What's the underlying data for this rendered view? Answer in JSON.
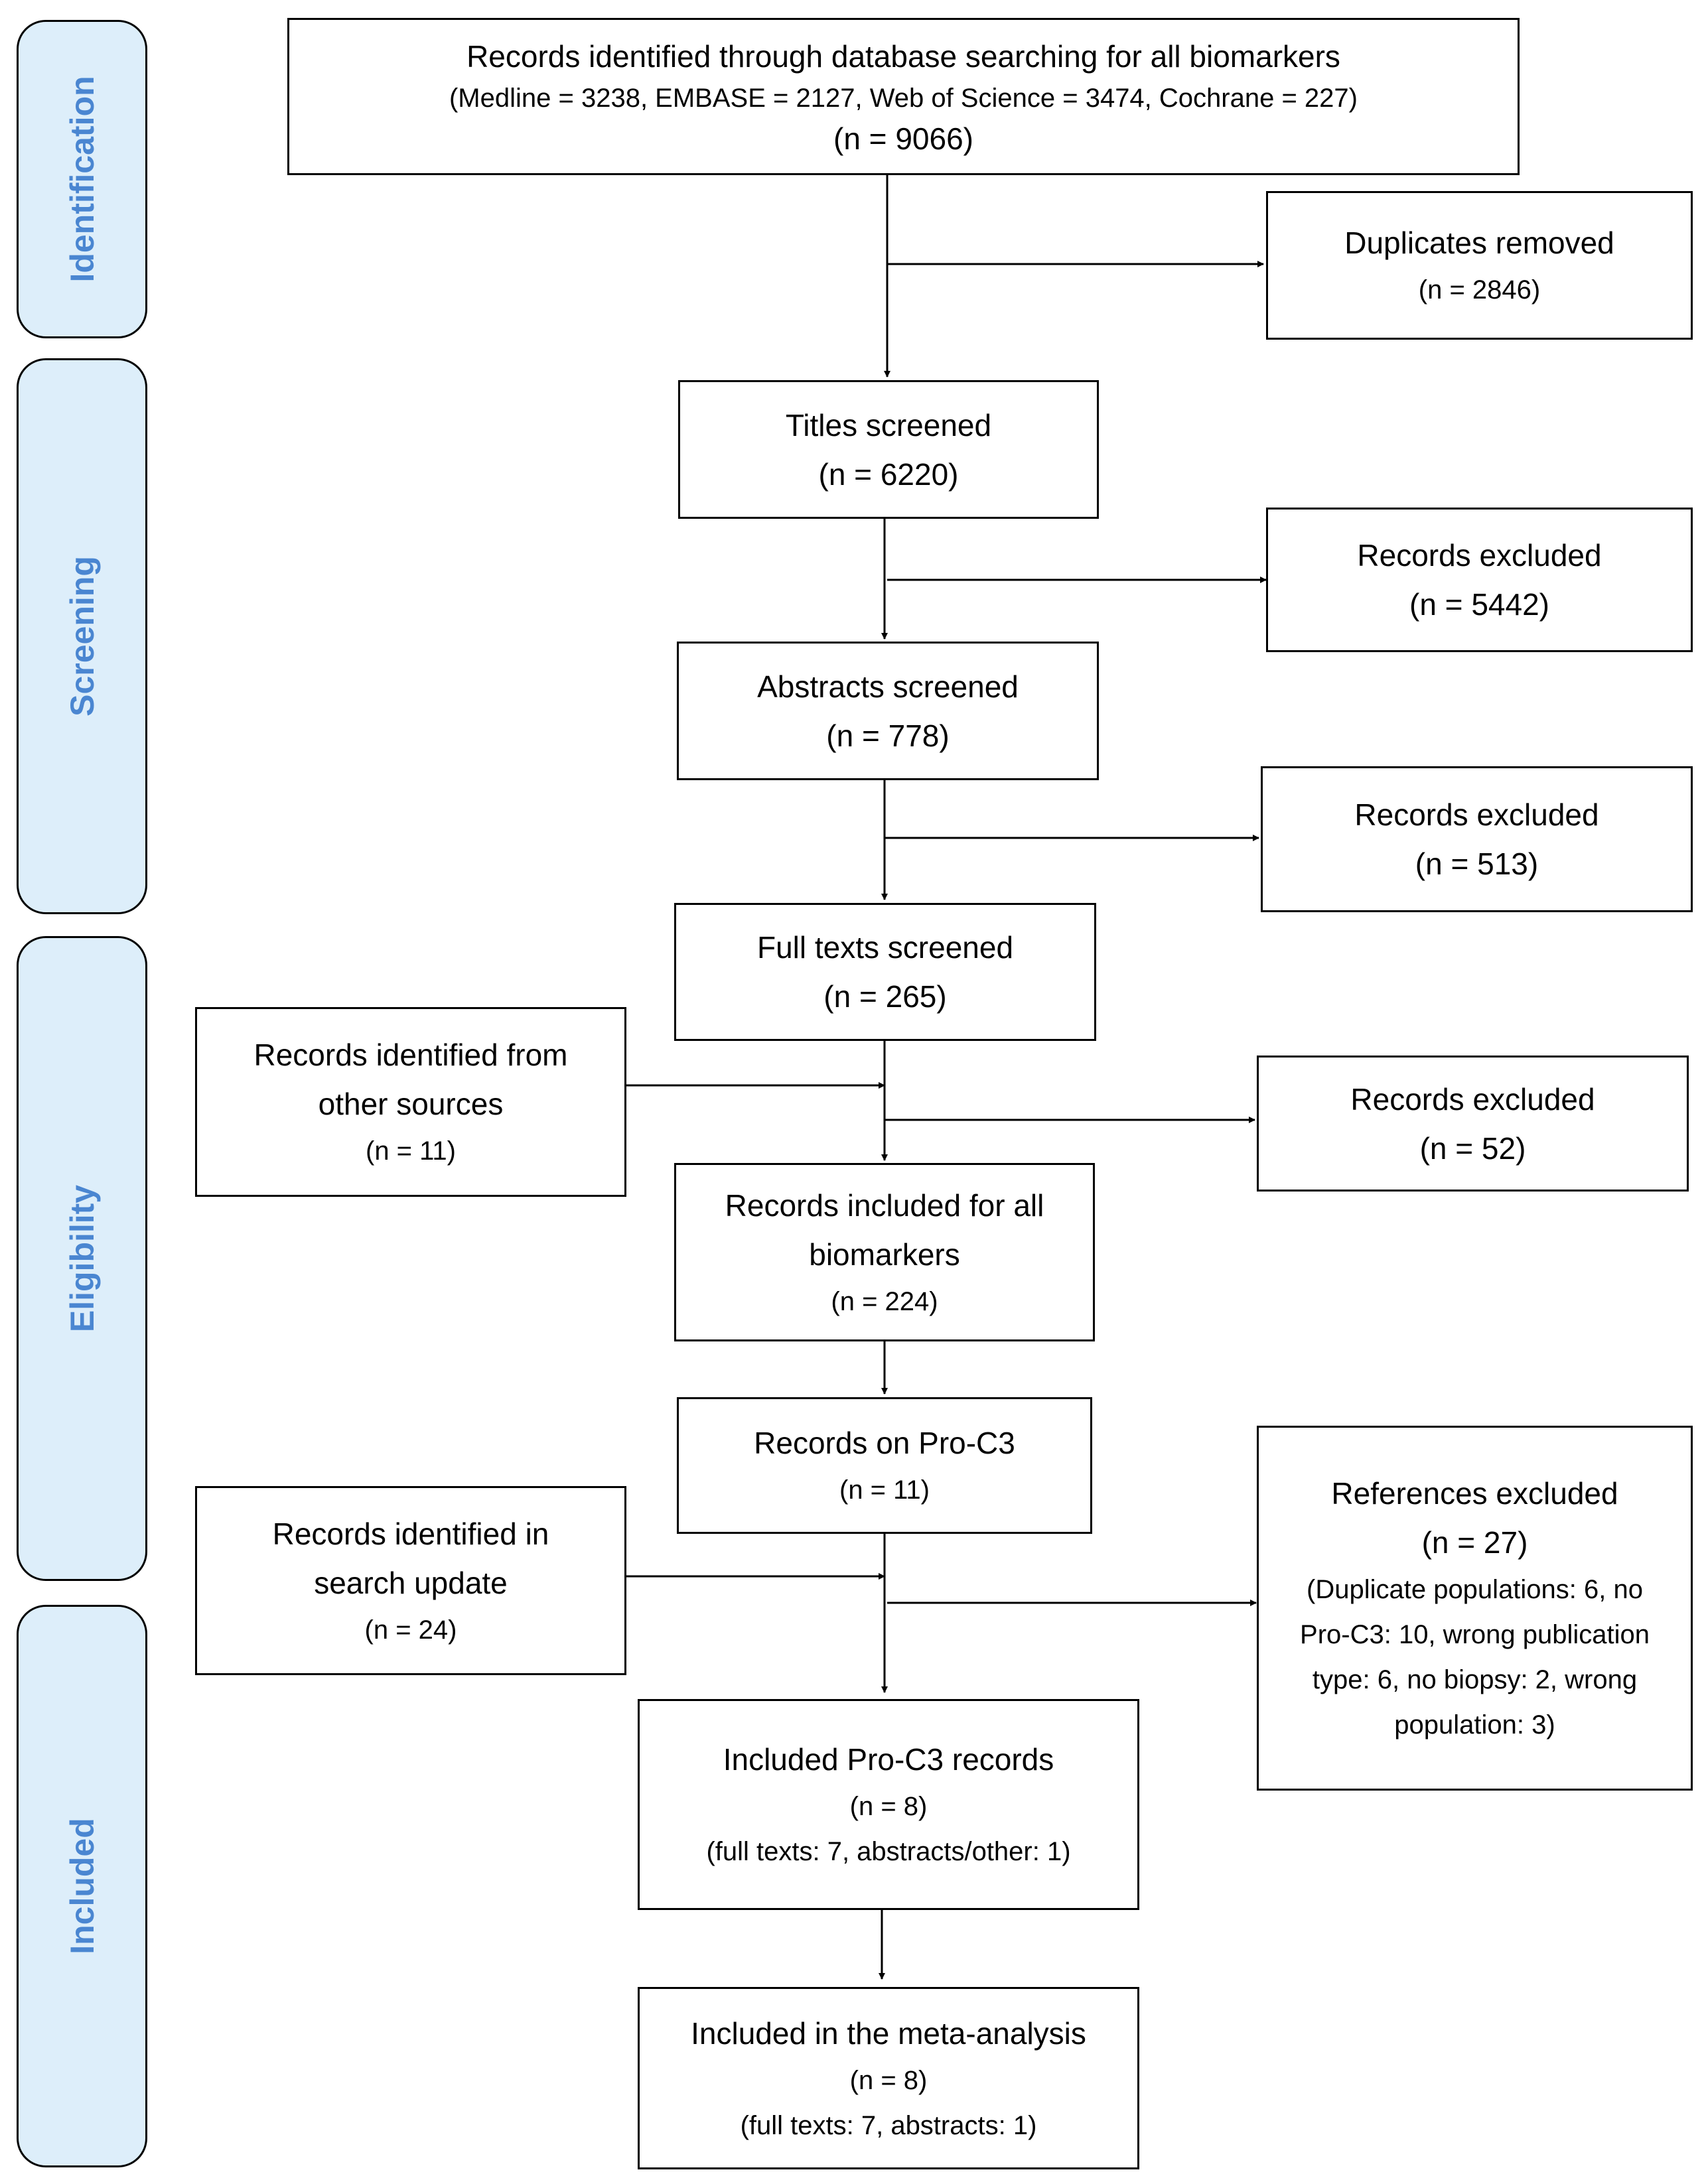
{
  "stages": [
    "Identification",
    "Screening",
    "Eligibility",
    "Included"
  ],
  "boxes": {
    "identified": {
      "title": "Records identified through database searching for all biomarkers",
      "detail": "(Medline = 3238, EMBASE = 2127, Web of Science = 3474, Cochrane = 227)",
      "n": "(n = 9066)"
    },
    "duplicates": {
      "title": "Duplicates removed",
      "n": "(n = 2846)"
    },
    "titles": {
      "title": "Titles screened",
      "n": "(n = 6220)"
    },
    "excluded1": {
      "title": "Records excluded",
      "n": "(n = 5442)"
    },
    "abstracts": {
      "title": "Abstracts screened",
      "n": "(n = 778)"
    },
    "excluded2": {
      "title": "Records excluded",
      "n": "(n = 513)"
    },
    "fulltexts": {
      "title": "Full texts screened",
      "n": "(n = 265)"
    },
    "other_sources": {
      "line1": "Records identified from",
      "line2": "other sources",
      "n": "(n = 11)"
    },
    "excluded3": {
      "title": "Records excluded",
      "n": "(n = 52)"
    },
    "included_all": {
      "line1": "Records included for all",
      "line2": "biomarkers",
      "n": "(n = 224)"
    },
    "pro_c3": {
      "title": "Records on Pro-C3",
      "n": "(n = 11)"
    },
    "search_update": {
      "line1": "Records identified in",
      "line2": "search update",
      "n": "(n = 24)"
    },
    "refs_excluded": {
      "title": "References excluded",
      "n": "(n = 27)",
      "detail_lines": [
        "(Duplicate populations: 6, no",
        "Pro-C3: 10, wrong publication",
        "type: 6, no biopsy: 2, wrong",
        "population: 3)"
      ]
    },
    "included_pro_c3": {
      "title": "Included Pro-C3 records",
      "n": "(n = 8)",
      "detail": "(full texts: 7, abstracts/other: 1)"
    },
    "meta": {
      "title": "Included in the meta-analysis",
      "n": "(n = 8)",
      "detail": "(full texts: 7, abstracts: 1)"
    }
  }
}
